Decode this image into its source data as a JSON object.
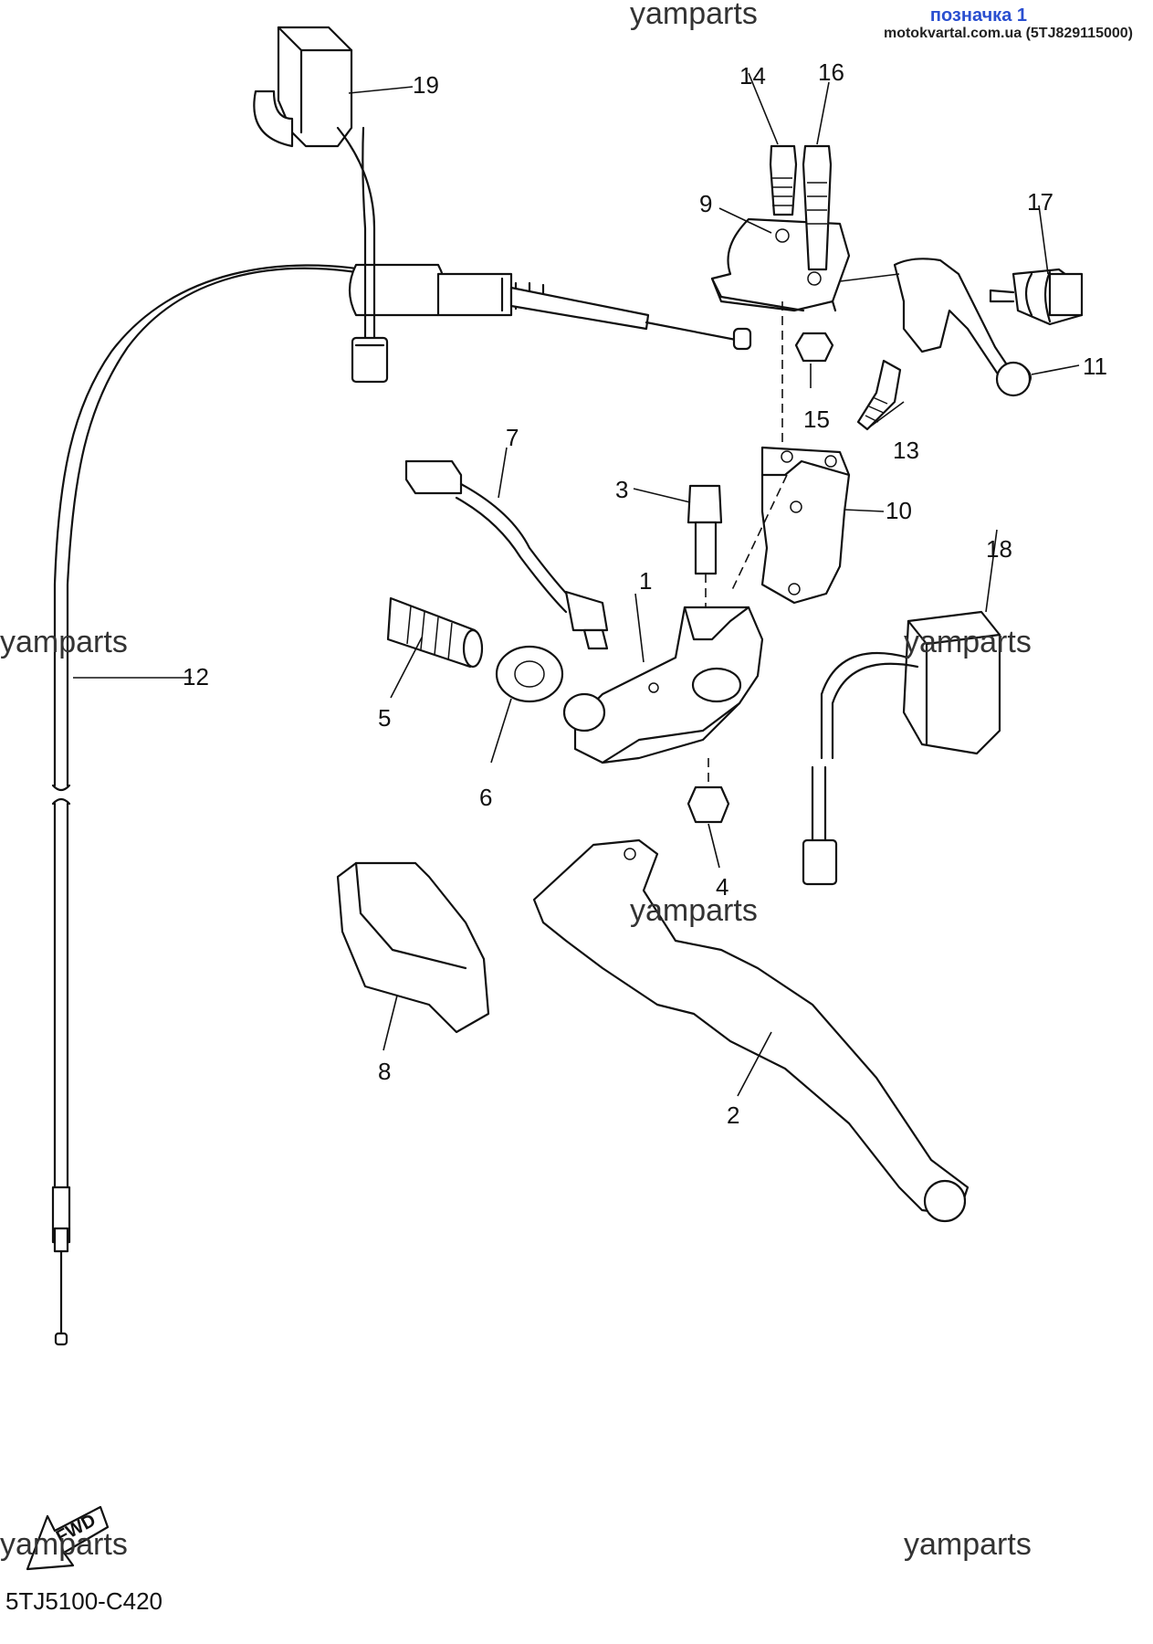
{
  "header": {
    "title": "позначка 1",
    "site": "motokvartal.com.ua (5TJ829115000)"
  },
  "watermarks": [
    "yamparts",
    "yamparts",
    "yamparts",
    "yamparts",
    "yamparts",
    "yamparts"
  ],
  "diagram_code": "5TJ5100-C420",
  "fwd_badge": "FWD",
  "callouts": [
    "1",
    "2",
    "3",
    "4",
    "5",
    "6",
    "7",
    "8",
    "9",
    "10",
    "11",
    "12",
    "13",
    "14",
    "15",
    "16",
    "17",
    "18",
    "19"
  ],
  "colors": {
    "line": "#111111",
    "badge_title": "#2a4fd0",
    "watermark": "#333333"
  }
}
